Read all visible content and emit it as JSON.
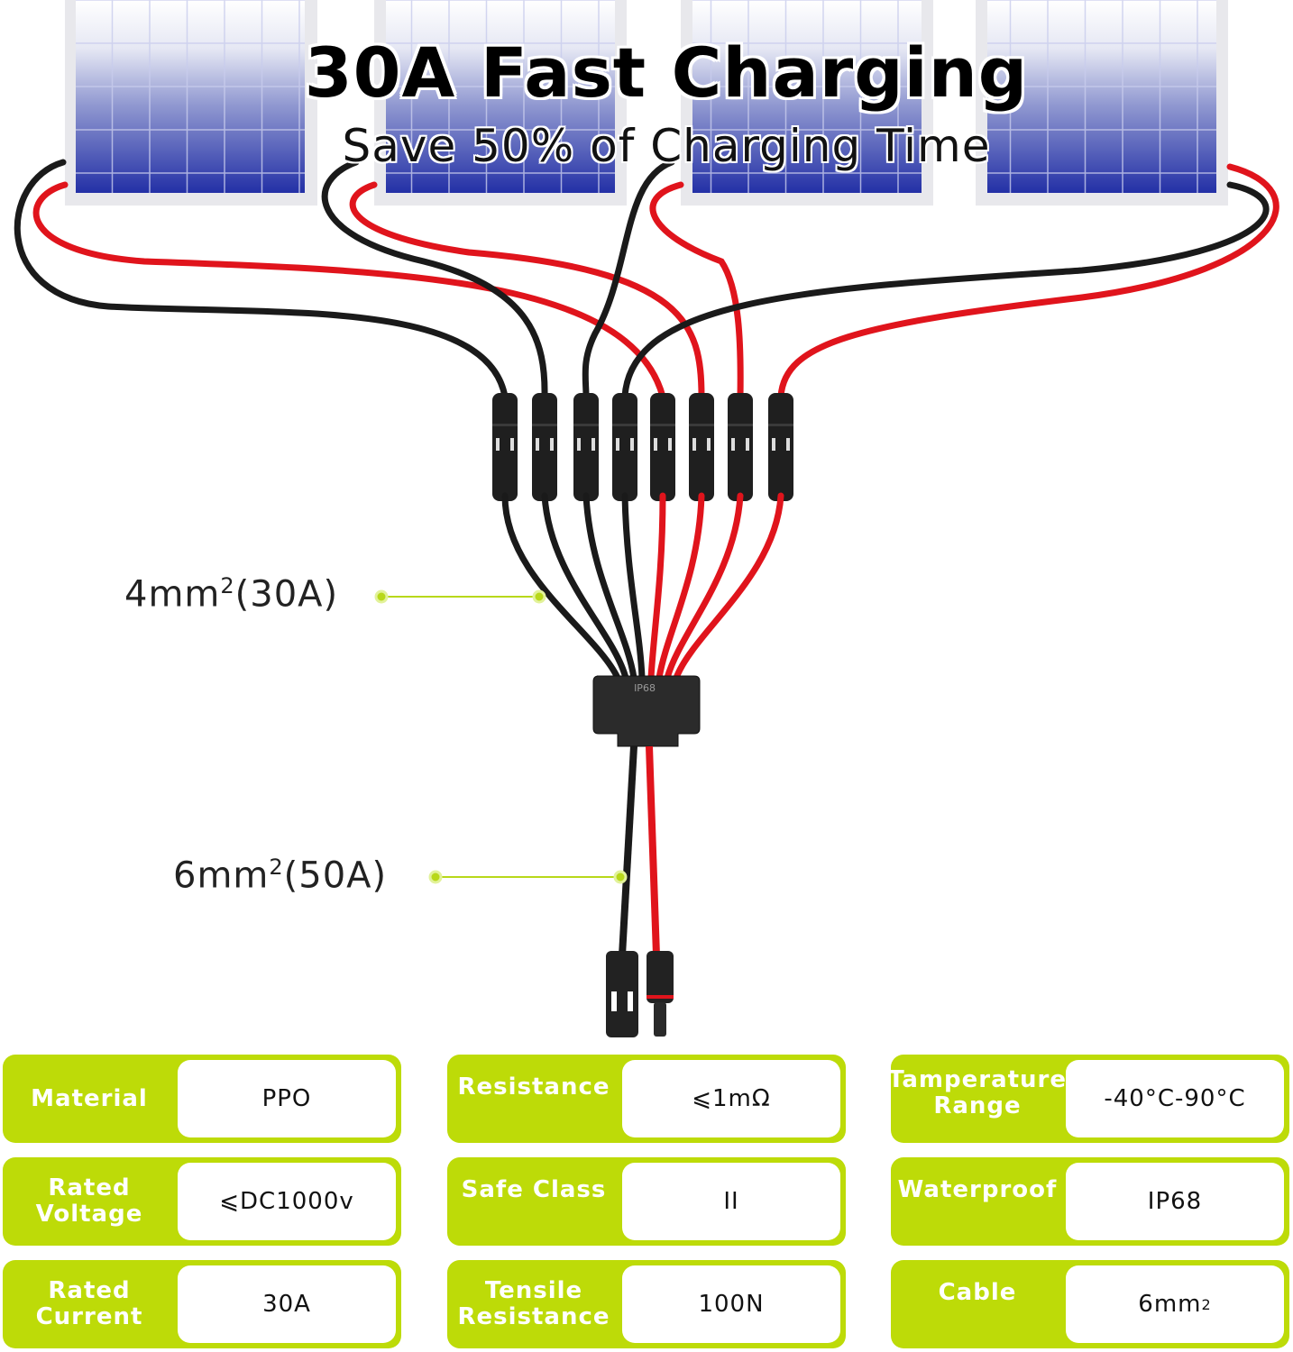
{
  "header": {
    "title": "30A Fast Charging",
    "subtitle": "Save 50% of Charging Time"
  },
  "callouts": {
    "branch_cable": {
      "base": "4mm",
      "sup": "2",
      "rating": "(30A)"
    },
    "trunk_cable": {
      "base": "6mm",
      "sup": "2",
      "rating": "(50A)"
    }
  },
  "junction_box_label": "IP68",
  "colors": {
    "accent_green": "#bddb08",
    "wire_red": "#e0141c",
    "wire_black": "#1a1a1a",
    "panel_blue": "#2a3aa8"
  },
  "specs": {
    "col1": [
      {
        "label": "Material",
        "value": "PPO"
      },
      {
        "label": "Rated\nVoltage",
        "value": "⩽DC1000v"
      },
      {
        "label": "Rated\nCurrent",
        "value": "30A"
      }
    ],
    "col2": [
      {
        "label": "Resistance",
        "value": "⩽1mΩ"
      },
      {
        "label": "Safe Class",
        "value": "II"
      },
      {
        "label": "Tensile\nResistance",
        "value": "100N"
      }
    ],
    "col3": [
      {
        "label": "Tamperature\nRange",
        "value": "-40°C-90°C"
      },
      {
        "label": "Waterproof",
        "value": "IP68"
      },
      {
        "label": "Cable",
        "value_base": "6mm",
        "value_sup": "2"
      }
    ]
  }
}
